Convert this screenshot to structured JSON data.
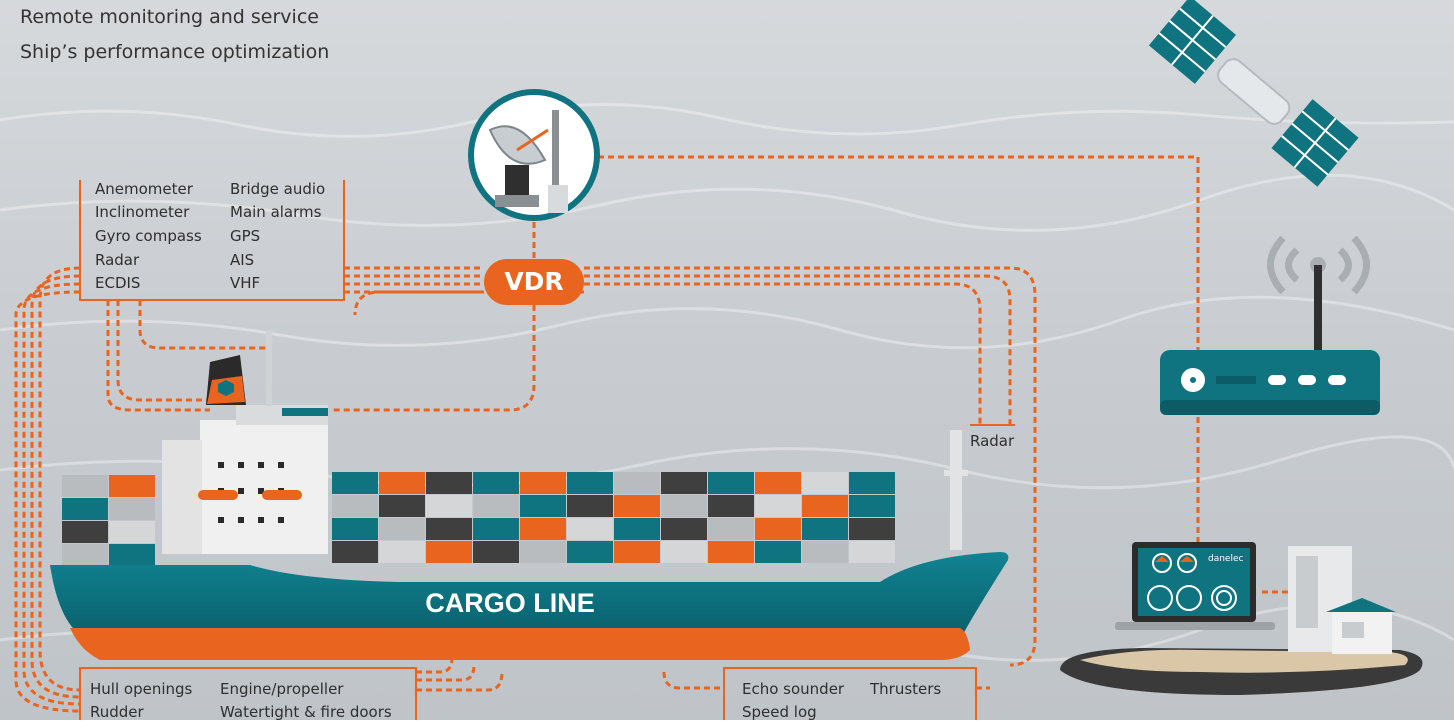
{
  "header": {
    "lines": [
      "Remote monitoring and service",
      "Ship’s performance optimization"
    ]
  },
  "vdr": {
    "label": "VDR"
  },
  "ship": {
    "name": "CARGO LINE"
  },
  "radar_label": "Radar",
  "sensor_groups": {
    "top_left": {
      "col1": [
        "Anemometer",
        "Inclinometer",
        "Gyro compass",
        "Radar",
        "ECDIS"
      ],
      "col2": [
        "Bridge audio",
        "Main alarms",
        "GPS",
        "AIS",
        "VHF"
      ]
    },
    "bottom_left": {
      "col1": [
        "Hull openings",
        "Rudder"
      ],
      "col2": [
        "Engine/propeller",
        "Watertight & fire doors"
      ]
    },
    "bottom_right": {
      "col1": [
        "Echo sounder",
        "Speed log"
      ],
      "col2": [
        "Thrusters"
      ]
    }
  },
  "laptop_brand": "danelec",
  "colors": {
    "orange": "#e8641f",
    "teal": "#0f7380",
    "dark_teal": "#0b5c66",
    "sea": "#cfd3d6"
  }
}
